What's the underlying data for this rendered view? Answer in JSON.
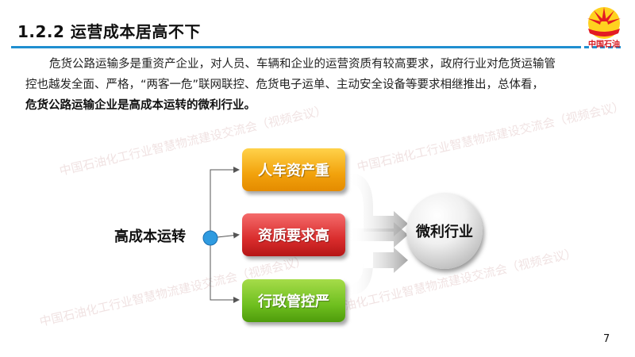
{
  "title": "1.2.2 运营成本居高不下",
  "logo": {
    "text": "中国石油"
  },
  "paragraph": {
    "line1": "危货公路运输多是重资产企业，对人员、车辆和企业的运营资质有较高要求，政府行业对危货运输管",
    "line2": "控也越发全面、严格，“两客一危”联网联控、危货电子运单、主动安全设备等要求相继推出，总体看，",
    "line3_bold": "危货公路运输企业是高成本运转的微利行业。"
  },
  "diagram": {
    "center": "高成本运转",
    "boxes": [
      "人车资产重",
      "资质要求高",
      "行政管控严"
    ],
    "result": "微利行业",
    "colors": {
      "orange": "#f2a20c",
      "red": "#d92c2c",
      "green": "#6fbf1f",
      "connector": "#1f8fd0"
    }
  },
  "watermark": "中国石油化工行业智慧物流建设交流会（视频会议）",
  "page_number": "7"
}
